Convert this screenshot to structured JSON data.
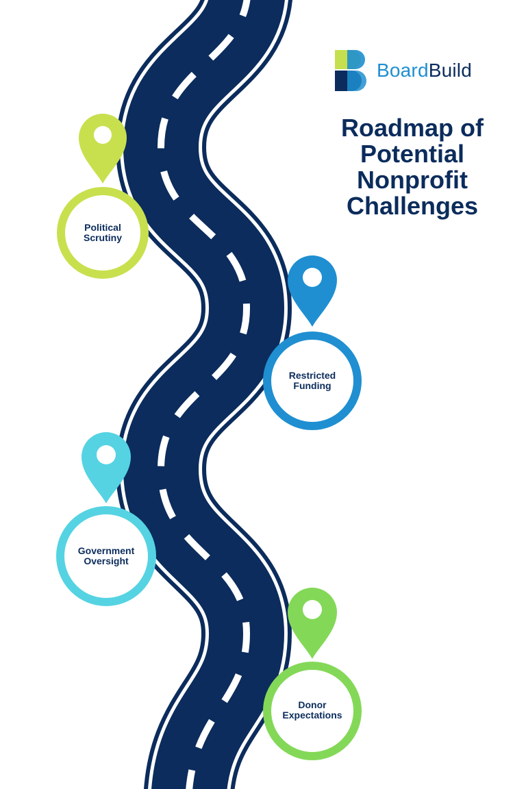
{
  "brand": {
    "name_part_1": "Board",
    "name_part_2": "Build",
    "logo_icon": "stacked-b-logo-icon",
    "colors": {
      "lime": "#c6df4e",
      "blue": "#1e8fd0",
      "navy": "#0b2c5c"
    }
  },
  "title": {
    "lines": [
      "Roadmap of",
      "Potential",
      "Nonprofit",
      "Challenges"
    ]
  },
  "road": {
    "color": "#0b2c5c",
    "marking_color": "#ffffff"
  },
  "stops": [
    {
      "id": "political-scrutiny",
      "lines": [
        "Political",
        "Scrutiny"
      ],
      "color": "#c8e04e",
      "pin_icon": "map-pin-icon"
    },
    {
      "id": "restricted-funding",
      "lines": [
        "Restricted",
        "Funding"
      ],
      "color": "#1f8fd1",
      "pin_icon": "map-pin-icon"
    },
    {
      "id": "government-oversight",
      "lines": [
        "Government",
        "Oversight"
      ],
      "color": "#55d3e2",
      "pin_icon": "map-pin-icon"
    },
    {
      "id": "donor-expectations",
      "lines": [
        "Donor",
        "Expectations"
      ],
      "color": "#84d858",
      "pin_icon": "map-pin-icon"
    }
  ]
}
